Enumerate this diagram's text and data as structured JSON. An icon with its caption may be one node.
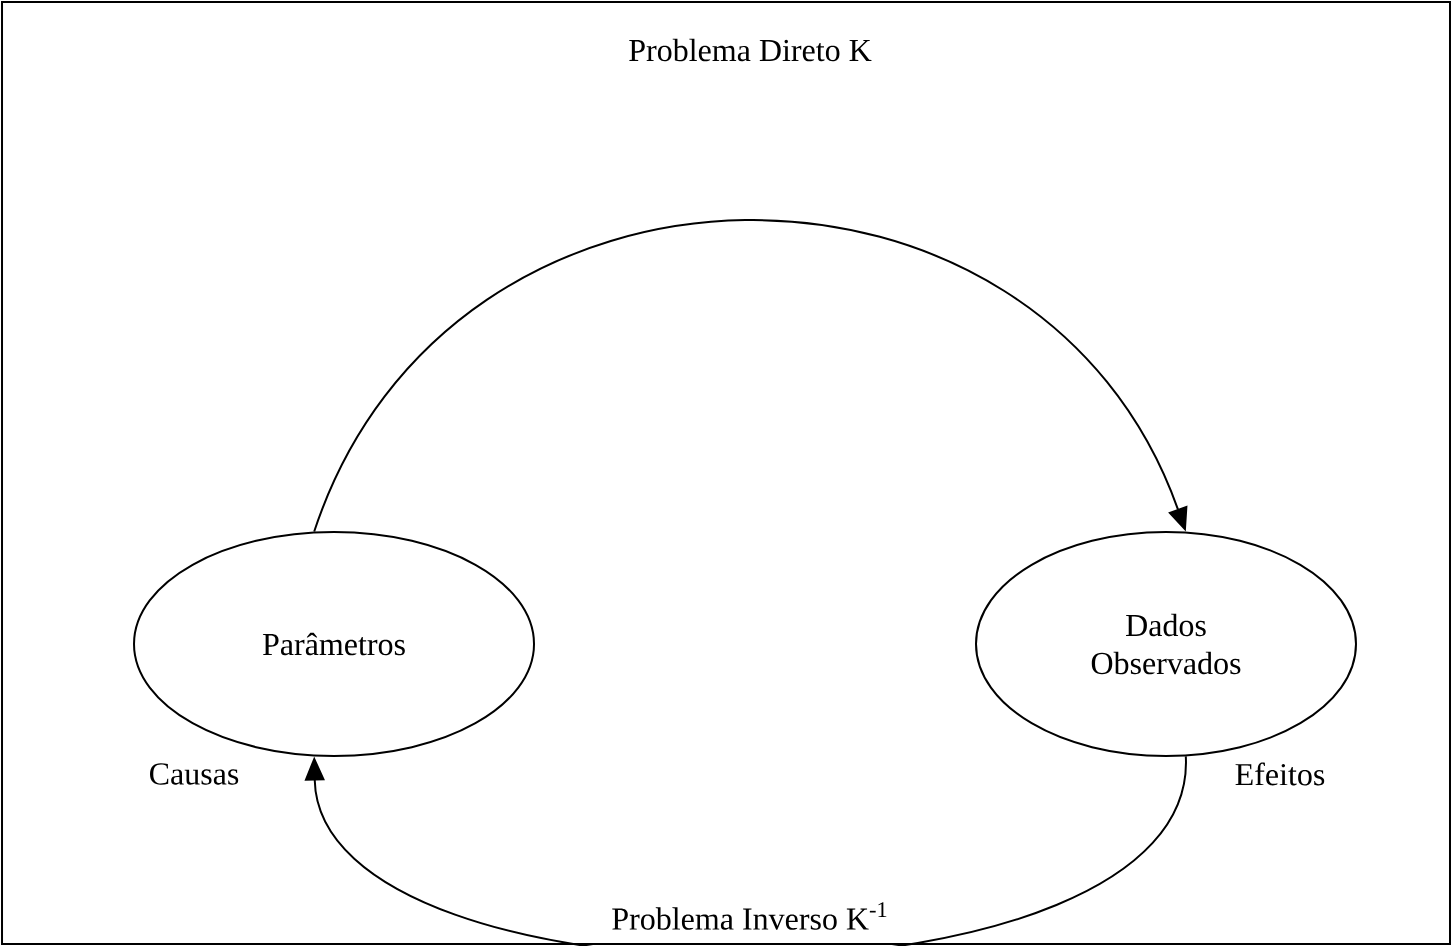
{
  "diagram": {
    "nodes": [
      {
        "text": [
          "Parâmetros"
        ],
        "beside": [
          "Causas"
        ]
      },
      {
        "text": [
          "Dados Observados"
        ],
        "beside": [
          "Efeitos"
        ]
      }
    ],
    "edges": [
      {
        "from": 0,
        "to": 1,
        "arrow": "to",
        "label": "Problema Direto K"
      },
      {
        "from": 1,
        "to": 0,
        "arrow": "to",
        "label": "Problema Inverso K$^{-1}$"
      }
    ]
  }
}
